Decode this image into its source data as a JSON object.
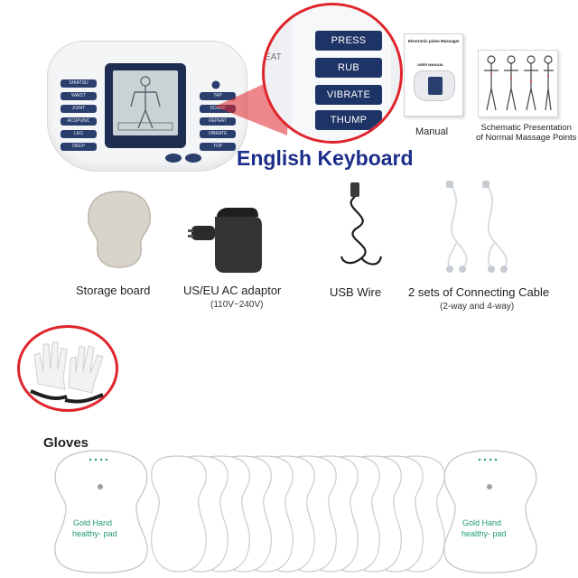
{
  "device": {
    "zoom_keys": [
      "PRESS",
      "RUB",
      "VIBRATE",
      "THUMP"
    ],
    "zoom_edge_label": "EAT",
    "left_buttons": [
      "SHIATSU",
      "WAIST",
      "JOINT",
      "ACUPUNC",
      "LEG",
      "DEEP"
    ],
    "right_buttons": [
      "TAP",
      "SCRAP",
      "REPEAT",
      "VIBRATE",
      "TOP"
    ]
  },
  "headline": "English Keyboard",
  "manual": {
    "cover_title": "Electronic pulse Massager",
    "cover_subtitle": "USER MANUAL",
    "label": "Manual"
  },
  "schematic": {
    "label_line1": "Schematic Presentation",
    "label_line2": "of Normal Massage Points"
  },
  "accessories": {
    "storage_board": "Storage board",
    "adaptor": "US/EU AC adaptor",
    "adaptor_spec": "(110V~240V)",
    "usb": "USB Wire",
    "cables": "2 sets of Connecting Cable",
    "cables_spec": "(2-way and 4-way)"
  },
  "gloves_label": "Gloves",
  "pad": {
    "line1": "Gold Hand",
    "line2": "healthy- pad"
  },
  "colors": {
    "accent_red": "#e0242c",
    "title_blue": "#1d2e8a",
    "key_navy": "#1e3366",
    "pad_green": "#1f9a6a"
  }
}
